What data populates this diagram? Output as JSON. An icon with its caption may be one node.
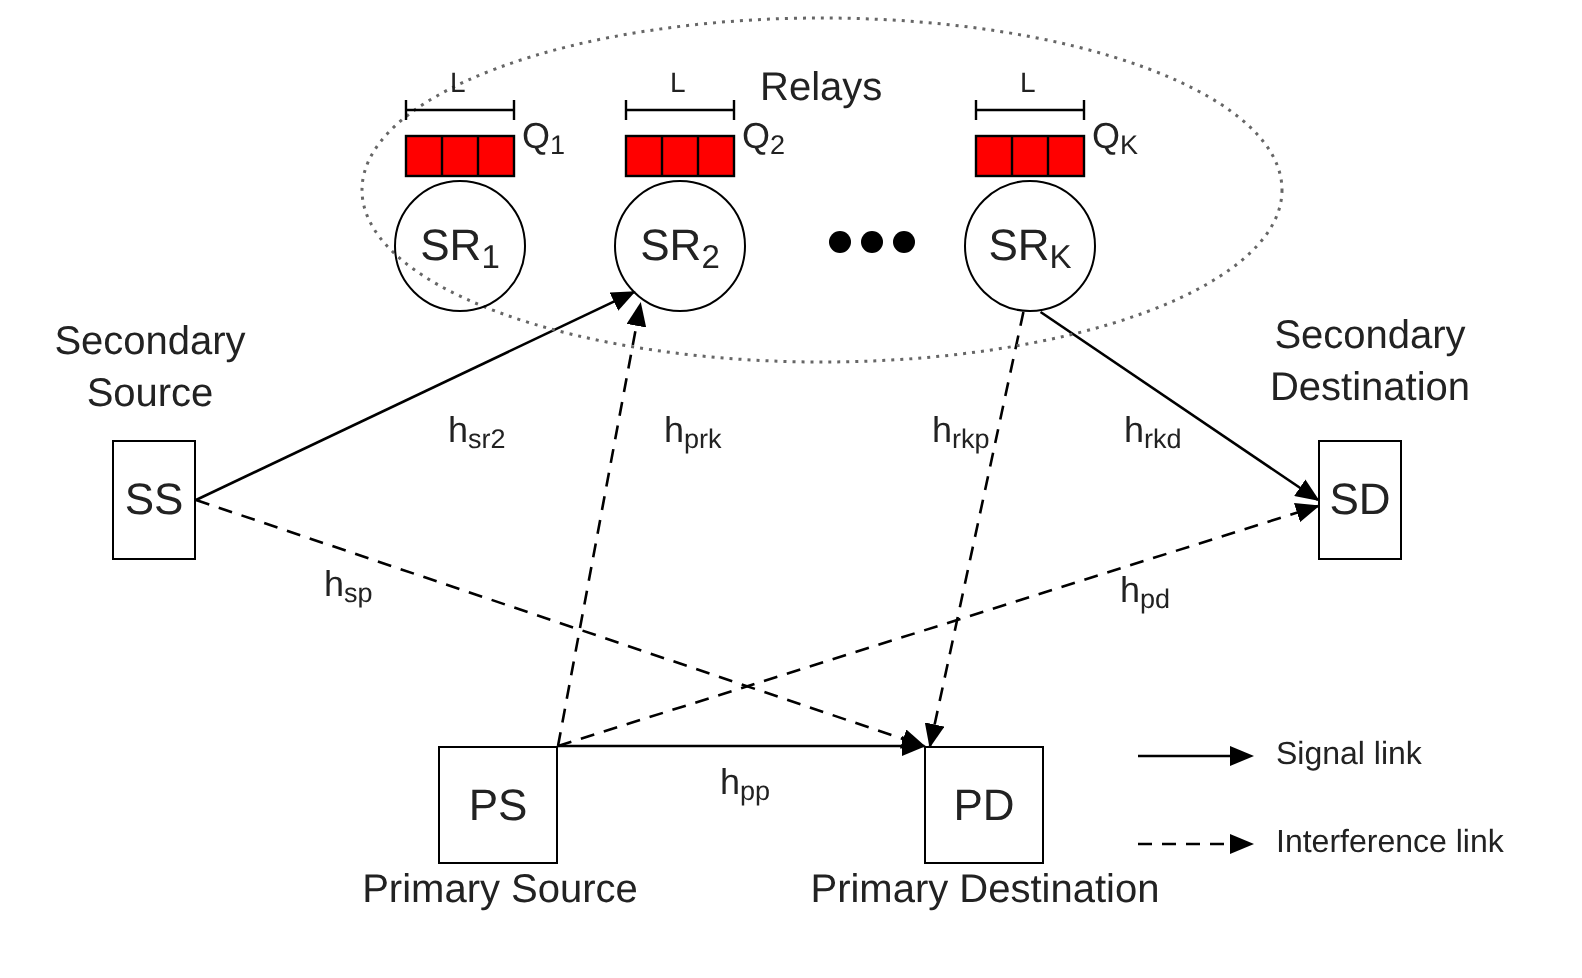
{
  "diagram": {
    "nodes": [
      {
        "text": [
          "Relays"
        ]
      },
      {
        "text": [
          "SR$_{1}$"
        ],
        "in": 0,
        "beside": [
          "L",
          "Q$_{1}$"
        ]
      },
      {
        "text": [
          "SR$_{2}$"
        ],
        "in": 0,
        "beside": [
          "L",
          "Q$_{2}$"
        ]
      },
      {
        "text": [
          "SR$_{K}$"
        ],
        "in": 0,
        "beside": [
          "L",
          "Q$_{K}$"
        ]
      },
      {
        "text": [
          "SS"
        ],
        "beside": [
          "Secondary Source"
        ]
      },
      {
        "text": [
          "SD"
        ],
        "beside": [
          "Secondary Destination"
        ]
      },
      {
        "text": [
          "PS"
        ],
        "beside": [
          "Primary Source"
        ]
      },
      {
        "text": [
          "PD"
        ],
        "beside": [
          "Primary Destination"
        ]
      }
    ],
    "edges": [
      {
        "from": 4,
        "to": 2,
        "arrow": "to",
        "label": "h$_{sr2}$"
      },
      {
        "from": 6,
        "to": 2,
        "arrow": "to",
        "label": "h$_{prk}$",
        "style": "dashed"
      },
      {
        "from": 3,
        "to": 7,
        "arrow": "to",
        "label": "h$_{rkp}$",
        "style": "dashed"
      },
      {
        "from": 3,
        "to": 5,
        "arrow": "to",
        "label": "h$_{rkd}$"
      },
      {
        "from": 4,
        "to": 7,
        "arrow": "to",
        "label": "h$_{sp}$",
        "style": "dashed"
      },
      {
        "from": 6,
        "to": 5,
        "arrow": "to",
        "label": "h$_{pd}$",
        "style": "dashed"
      },
      {
        "from": 6,
        "to": 7,
        "arrow": "to",
        "label": "h$_{pp}$"
      }
    ],
    "legend": [
      {
        "text": "Signal link"
      },
      {
        "text": "Interference link"
      }
    ]
  }
}
